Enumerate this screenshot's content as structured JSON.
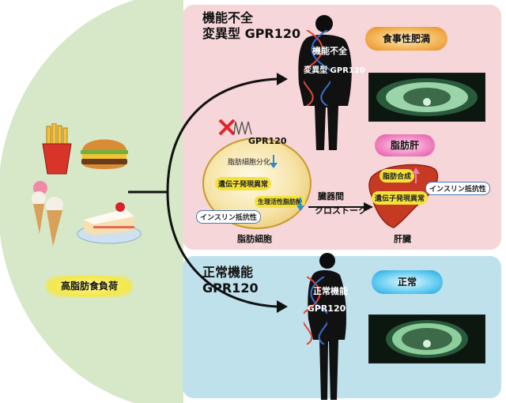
{
  "diet": {
    "label": "高脂肪食負荷"
  },
  "top_panel": {
    "title_line1": "機能不全",
    "title_line2": "変異型 GPR120",
    "person_label_line1": "機能不全",
    "person_label_line2": "変異型 GPR120",
    "outcome": "食事性肥満"
  },
  "bottom_panel": {
    "title_line1": "正常機能",
    "title_line2": "GPR120",
    "person_label_line1": "正常機能",
    "person_label_line2": "GPR120",
    "outcome": "正常"
  },
  "adipocyte": {
    "receptor": "GPR120",
    "differentiation": "脂肪細胞分化",
    "gene_abnormal": "遺伝子発現異常",
    "bioactive": "生理活性脂肪酸",
    "insulin": "インスリン抵抗性",
    "caption": "脂肪細胞"
  },
  "crosstalk": {
    "line1": "臓器間",
    "line2": "クロストーク"
  },
  "liver": {
    "fatty_liver": "脂肪肝",
    "synthesis": "脂肪合成",
    "gene_abnormal": "遺伝子発現異常",
    "insulin": "インスリン抵抗性",
    "caption": "肝臓"
  },
  "colors": {
    "top_panel": "#f6d6d8",
    "bottom_panel": "#bfe1ec",
    "left_region": "#d6e8c7",
    "outcome_orange": "#f2a33a",
    "outcome_blue": "#35b7e8",
    "fatty_liver_pink": "#f06bb4",
    "adipocyte": "#f1d27a",
    "liver": "#c63a24"
  },
  "icons": [
    "fries-icon",
    "burger-icon",
    "ice-cream-icon",
    "cake-icon",
    "x-mark-icon",
    "dna-helix-icon",
    "person-silhouette-icon"
  ]
}
